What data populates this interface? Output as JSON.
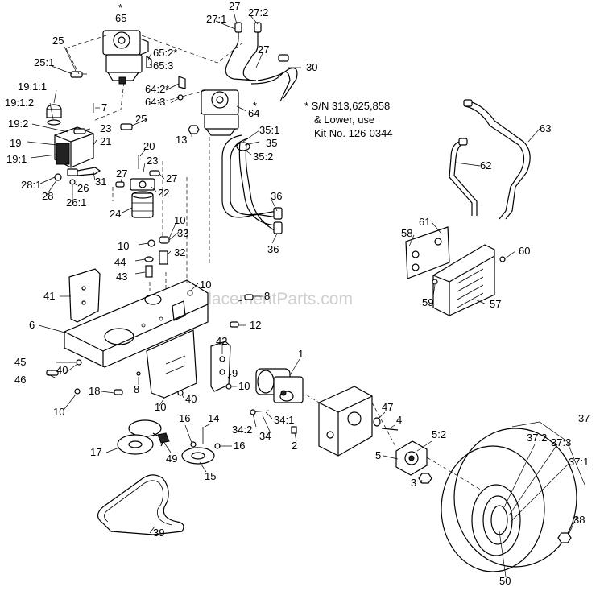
{
  "note": {
    "line1": "* S/N 313,625,858",
    "line2": "& Lower, use",
    "line3": "Kit No. 126-0344"
  },
  "watermark": "eReplacementParts.com",
  "labels": [
    {
      "id": "p65s",
      "text": "*"
    },
    {
      "id": "p65",
      "text": "65"
    },
    {
      "id": "p25",
      "text": "25"
    },
    {
      "id": "p25_1",
      "text": "25:1"
    },
    {
      "id": "p65_2",
      "text": "65:2*"
    },
    {
      "id": "p65_3",
      "text": "65:3"
    },
    {
      "id": "p64_2",
      "text": "64:2*"
    },
    {
      "id": "p64_3",
      "text": "64:3"
    },
    {
      "id": "p27a",
      "text": "27"
    },
    {
      "id": "p27_1",
      "text": "27:1"
    },
    {
      "id": "p27_2",
      "text": "27:2"
    },
    {
      "id": "p27b",
      "text": "27"
    },
    {
      "id": "p30",
      "text": "30"
    },
    {
      "id": "p19_1_1",
      "text": "19:1:1"
    },
    {
      "id": "p19_1_2",
      "text": "19:1:2"
    },
    {
      "id": "p7",
      "text": "7"
    },
    {
      "id": "p25b",
      "text": "25"
    },
    {
      "id": "p64s",
      "text": "*"
    },
    {
      "id": "p64",
      "text": "64"
    },
    {
      "id": "p19_2",
      "text": "19:2"
    },
    {
      "id": "p23a",
      "text": "23"
    },
    {
      "id": "p21",
      "text": "21"
    },
    {
      "id": "p19",
      "text": "19"
    },
    {
      "id": "p19_1",
      "text": "19:1"
    },
    {
      "id": "p13",
      "text": "13"
    },
    {
      "id": "p35_1",
      "text": "35:1"
    },
    {
      "id": "p35",
      "text": "35"
    },
    {
      "id": "p35_2",
      "text": "35:2"
    },
    {
      "id": "p20",
      "text": "20"
    },
    {
      "id": "p23b",
      "text": "23"
    },
    {
      "id": "p27c",
      "text": "27"
    },
    {
      "id": "p27d",
      "text": "27"
    },
    {
      "id": "p31",
      "text": "31"
    },
    {
      "id": "p28_1",
      "text": "28:1"
    },
    {
      "id": "p28",
      "text": "28"
    },
    {
      "id": "p26",
      "text": "26"
    },
    {
      "id": "p26_1",
      "text": "26:1"
    },
    {
      "id": "p22",
      "text": "22"
    },
    {
      "id": "p24",
      "text": "24"
    },
    {
      "id": "p36a",
      "text": "36"
    },
    {
      "id": "p36b",
      "text": "36"
    },
    {
      "id": "p10a",
      "text": "10"
    },
    {
      "id": "p33",
      "text": "33"
    },
    {
      "id": "p10b",
      "text": "10"
    },
    {
      "id": "p32",
      "text": "32"
    },
    {
      "id": "p44",
      "text": "44"
    },
    {
      "id": "p43",
      "text": "43"
    },
    {
      "id": "p62",
      "text": "62"
    },
    {
      "id": "p63",
      "text": "63"
    },
    {
      "id": "p61",
      "text": "61"
    },
    {
      "id": "p58",
      "text": "58"
    },
    {
      "id": "p60",
      "text": "60"
    },
    {
      "id": "p59",
      "text": "59"
    },
    {
      "id": "p57",
      "text": "57"
    },
    {
      "id": "p41",
      "text": "41"
    },
    {
      "id": "p10c",
      "text": "10"
    },
    {
      "id": "p8a",
      "text": "8"
    },
    {
      "id": "p6",
      "text": "6"
    },
    {
      "id": "p12",
      "text": "12"
    },
    {
      "id": "p42",
      "text": "42"
    },
    {
      "id": "p45",
      "text": "45"
    },
    {
      "id": "p40a",
      "text": "40"
    },
    {
      "id": "p46",
      "text": "46"
    },
    {
      "id": "p9",
      "text": "9"
    },
    {
      "id": "p10d",
      "text": "10"
    },
    {
      "id": "p18",
      "text": "18"
    },
    {
      "id": "p8b",
      "text": "8"
    },
    {
      "id": "p40b",
      "text": "40"
    },
    {
      "id": "p10e",
      "text": "10"
    },
    {
      "id": "p10f",
      "text": "10"
    },
    {
      "id": "p1",
      "text": "1"
    },
    {
      "id": "p47",
      "text": "47"
    },
    {
      "id": "p4",
      "text": "4"
    },
    {
      "id": "p34_1",
      "text": "34:1"
    },
    {
      "id": "p34_2",
      "text": "34:2"
    },
    {
      "id": "p34",
      "text": "34"
    },
    {
      "id": "p2",
      "text": "2"
    },
    {
      "id": "p5_2",
      "text": "5:2"
    },
    {
      "id": "p5",
      "text": "5"
    },
    {
      "id": "p3",
      "text": "3"
    },
    {
      "id": "p16a",
      "text": "16"
    },
    {
      "id": "p14",
      "text": "14"
    },
    {
      "id": "p16b",
      "text": "16"
    },
    {
      "id": "p17",
      "text": "17"
    },
    {
      "id": "p49",
      "text": "49"
    },
    {
      "id": "p15",
      "text": "15"
    },
    {
      "id": "p39",
      "text": "39"
    },
    {
      "id": "p37",
      "text": "37"
    },
    {
      "id": "p37_2",
      "text": "37:2"
    },
    {
      "id": "p37_3",
      "text": "37:3"
    },
    {
      "id": "p37_1",
      "text": "37:1"
    },
    {
      "id": "p38",
      "text": "38"
    },
    {
      "id": "p50",
      "text": "50"
    }
  ]
}
